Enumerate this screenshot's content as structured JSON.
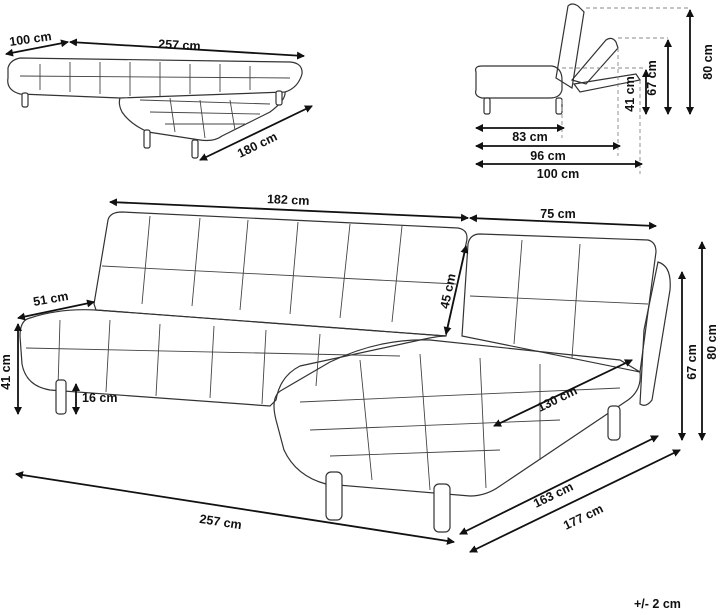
{
  "overview": {
    "depth": "100 cm",
    "total_width": "257  cm",
    "chaise_length": "180 cm"
  },
  "side_view": {
    "back_height": "80 cm",
    "recline_height": "67 cm",
    "seat_height": "41 cm",
    "depth_seated": "83 cm",
    "depth_mid": "96 cm",
    "depth_flat": "100 cm"
  },
  "main_view": {
    "sofa_width": "182 cm",
    "chaise_width": "75 cm",
    "backrest_height": "45 cm",
    "seat_depth": "51 cm",
    "seat_height": "41 cm",
    "leg_height": "16 cm",
    "chaise_seat_length": "130 cm",
    "recline_height": "67 cm",
    "back_height": "80 cm",
    "total_width": "257  cm",
    "chaise_length": "163 cm",
    "chaise_total": "177 cm"
  },
  "tolerance": "+/- 2 cm"
}
